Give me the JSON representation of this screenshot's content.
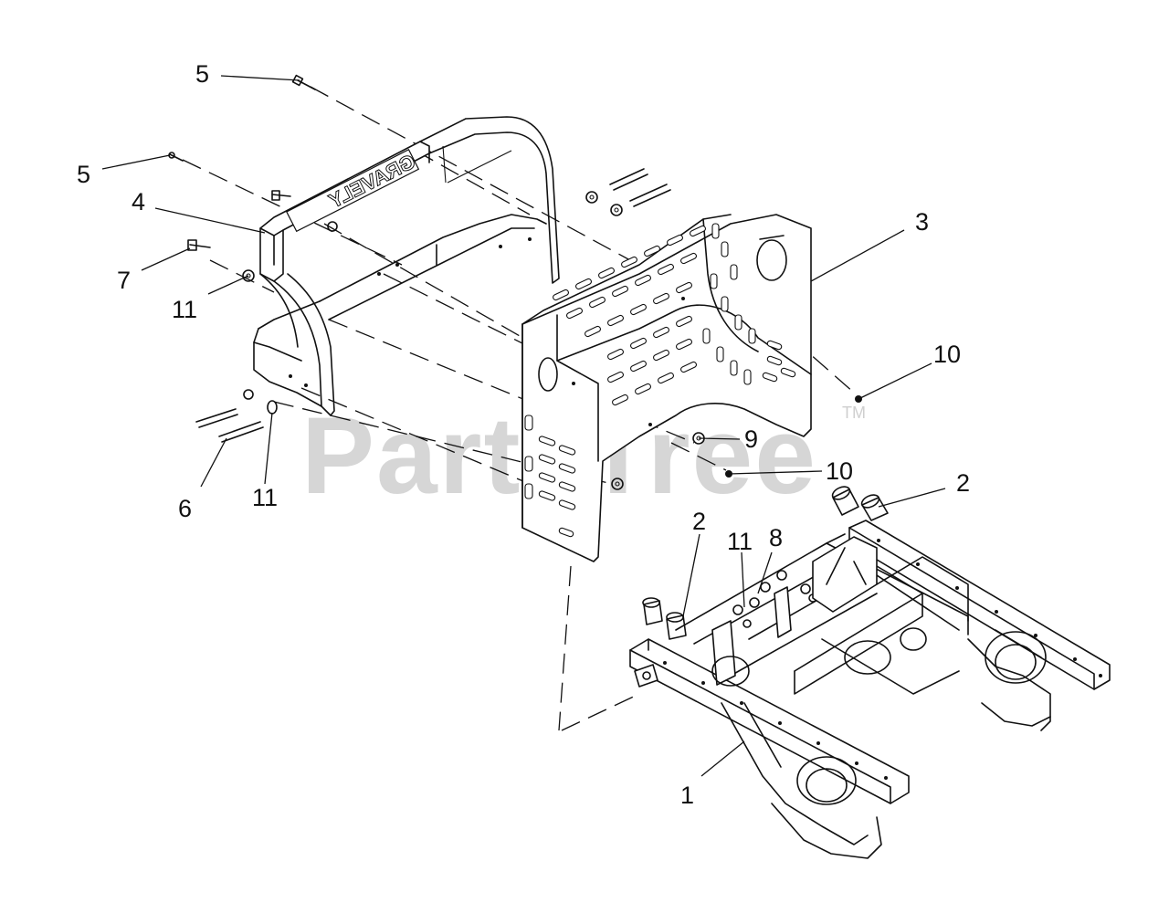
{
  "watermark": {
    "text": "PartsTree",
    "trademark": "TM"
  },
  "brand_mark": {
    "text": "GRAVELY"
  },
  "callouts": [
    "5",
    "5",
    "4",
    "7",
    "11",
    "6",
    "11",
    "3",
    "10",
    "9",
    "10",
    "2",
    "2",
    "11",
    "8",
    "1"
  ]
}
